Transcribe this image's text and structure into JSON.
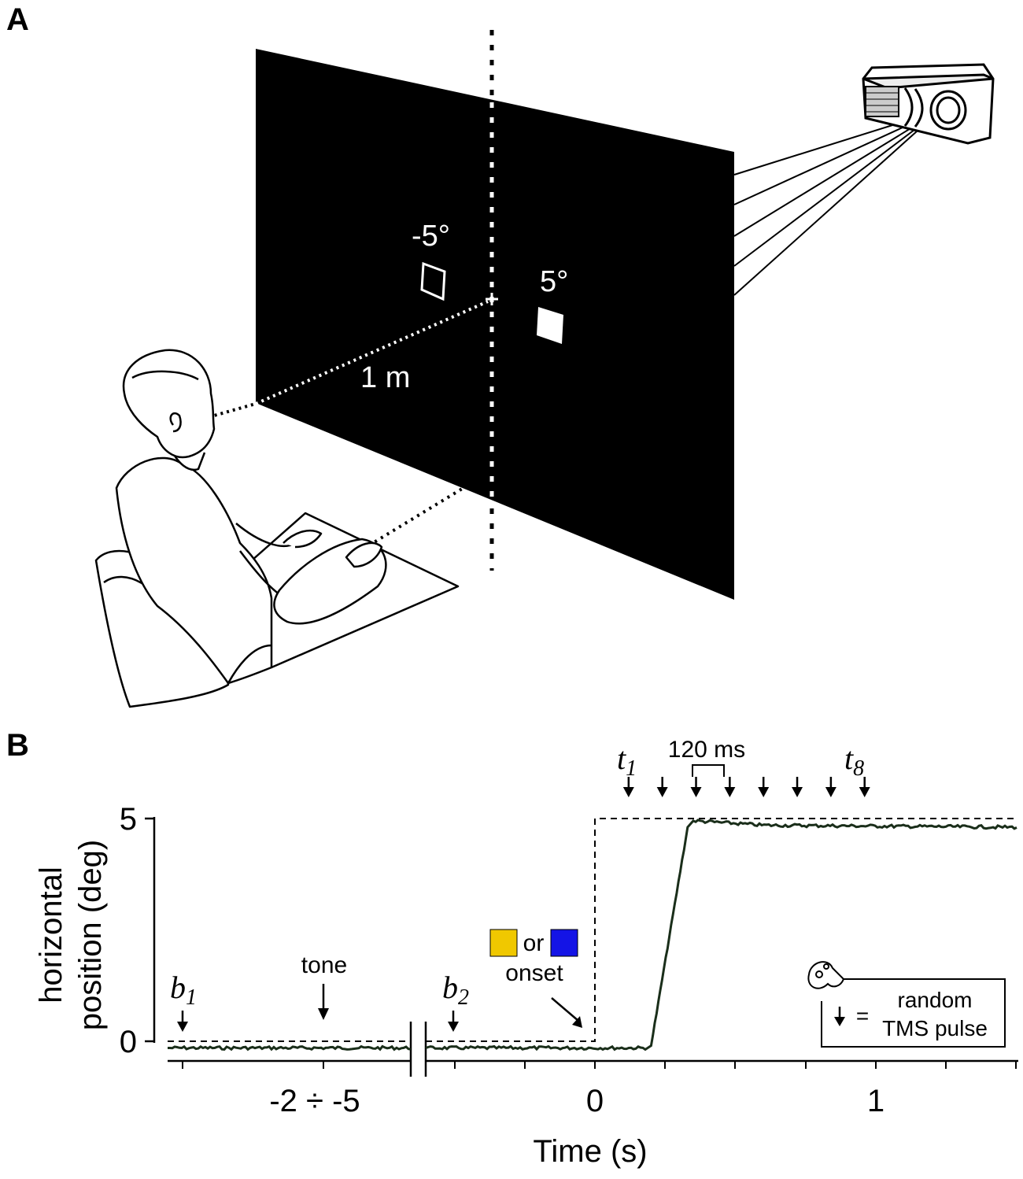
{
  "panel_a": {
    "label": "A",
    "left_target_label": "-5°",
    "right_target_label": "5°",
    "distance_label": "1 m"
  },
  "panel_b": {
    "label": "B",
    "ylabel_line1": "horizontal",
    "ylabel_line2": "position (deg)",
    "xlabel": "Time (s)",
    "y_tick_5": "5",
    "y_tick_0": "0",
    "x_tick_break": "-2 ÷ -5",
    "x_tick_0": "0",
    "x_tick_1": "1",
    "tone_label": "tone",
    "b1_main": "b",
    "b1_sub": "1",
    "b2_main": "b",
    "b2_sub": "2",
    "t1_main": "t",
    "t1_sub": "1",
    "t8_main": "t",
    "t8_sub": "8",
    "interval_label": "120 ms",
    "or_label": "or",
    "onset_label": "onset",
    "legend_eq": "=",
    "legend_line1": "random",
    "legend_line2": "TMS pulse",
    "colors": {
      "yellow": "#f0c800",
      "blue": "#1414e6",
      "trace": "#1a2e1a"
    }
  },
  "chart_data": {
    "type": "line",
    "xlabel": "Time (s)",
    "ylabel": "horizontal position (deg)",
    "ylim": [
      0,
      5
    ],
    "x_ticks": [
      "-2 ÷ -5",
      "0",
      "1"
    ],
    "series": [
      {
        "x": [
          -0.2,
          0.18,
          0.2,
          0.33,
          0.35,
          0.6,
          1.0,
          1.5
        ],
        "y": [
          -0.15,
          -0.15,
          -0.1,
          4.8,
          4.95,
          4.85,
          4.85,
          4.8
        ]
      }
    ],
    "target_step": {
      "x": [
        -0.01,
        0.0,
        0.0,
        1.5
      ],
      "y": [
        0,
        0,
        5,
        5
      ]
    },
    "tms_pulse_times": [
      0.12,
      0.24,
      0.36,
      0.48,
      0.6,
      0.72,
      0.84,
      0.96
    ]
  }
}
